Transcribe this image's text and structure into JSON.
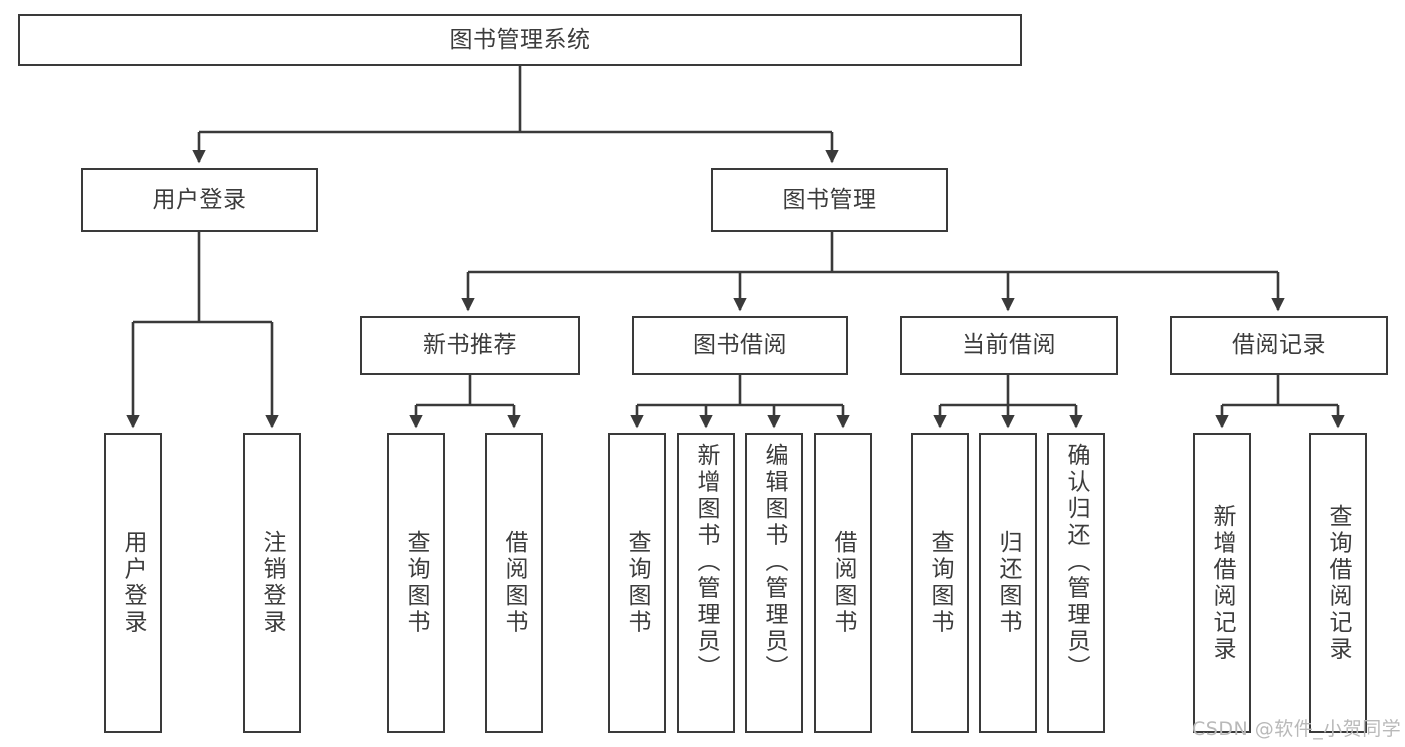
{
  "diagram": {
    "title": "图书管理系统",
    "type": "tree-hierarchy-chart",
    "stroke_color": "#3a3a3a",
    "text_color": "#3c3c3c",
    "background_color": "#ffffff",
    "levels": {
      "root": {
        "label": "图书管理系统"
      },
      "level2": [
        {
          "label": "用户登录"
        },
        {
          "label": "图书管理"
        }
      ],
      "level3": [
        {
          "label": "新书推荐"
        },
        {
          "label": "图书借阅"
        },
        {
          "label": "当前借阅"
        },
        {
          "label": "借阅记录"
        }
      ],
      "leaves": [
        {
          "label": "用户登录",
          "parent": "用户登录"
        },
        {
          "label": "注销登录",
          "parent": "用户登录"
        },
        {
          "label": "查询图书",
          "parent": "新书推荐"
        },
        {
          "label": "借阅图书",
          "parent": "新书推荐"
        },
        {
          "label": "查询图书",
          "parent": "图书借阅"
        },
        {
          "label": "新增图书（管理员）",
          "parent": "图书借阅"
        },
        {
          "label": "编辑图书（管理员）",
          "parent": "图书借阅"
        },
        {
          "label": "借阅图书",
          "parent": "图书借阅"
        },
        {
          "label": "查询图书",
          "parent": "当前借阅"
        },
        {
          "label": "归还图书",
          "parent": "当前借阅"
        },
        {
          "label": "确认归还（管理员）",
          "parent": "当前借阅"
        },
        {
          "label": "新增借阅记录",
          "parent": "借阅记录"
        },
        {
          "label": "查询借阅记录",
          "parent": "借阅记录"
        }
      ]
    }
  },
  "watermark": {
    "text": "CSDN @软件_小贺同学"
  }
}
